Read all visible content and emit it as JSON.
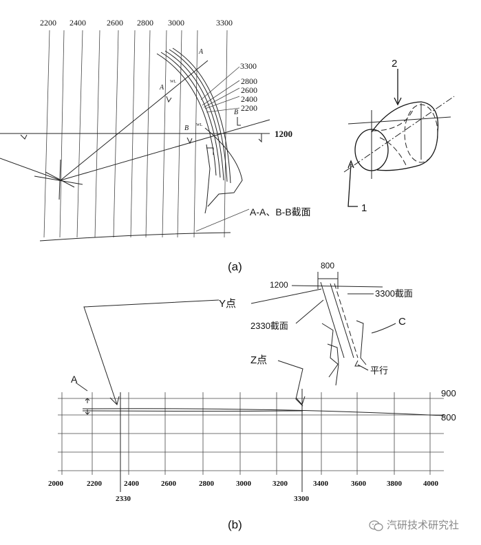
{
  "panel_a": {
    "top_ticks": [
      "2200",
      "2400",
      "2600",
      "2800",
      "3000",
      "3300"
    ],
    "section_labels": [
      "3300",
      "2800",
      "2600",
      "2400",
      "2200"
    ],
    "level_label": "1200",
    "section_note": "A-A、B-B截面",
    "marks": {
      "a1": "A",
      "a2": "A",
      "b1": "B",
      "b2": "B",
      "wl1": "WL",
      "wl2": "WL"
    },
    "caption": "(a)"
  },
  "panel_ellipse": {
    "label_top": "2",
    "label_bottom": "1"
  },
  "panel_b": {
    "dim_800": "800",
    "level_1200": "1200",
    "y_point": "Y点",
    "section_3300": "3300截面",
    "section_2330": "2330截面",
    "c_label": "C",
    "z_point": "Z点",
    "parallel": "平行",
    "a_label": "A",
    "right_900": "900",
    "right_800": "800",
    "x_ticks": [
      "2000",
      "2200",
      "2400",
      "2600",
      "2800",
      "3000",
      "3200",
      "3400",
      "3600",
      "3800",
      "4000"
    ],
    "marker_2330": "2330",
    "marker_3300": "3300",
    "caption": "(b)"
  },
  "watermark": {
    "text": "汽研技术研究社",
    "icon": "wechat-icon"
  }
}
